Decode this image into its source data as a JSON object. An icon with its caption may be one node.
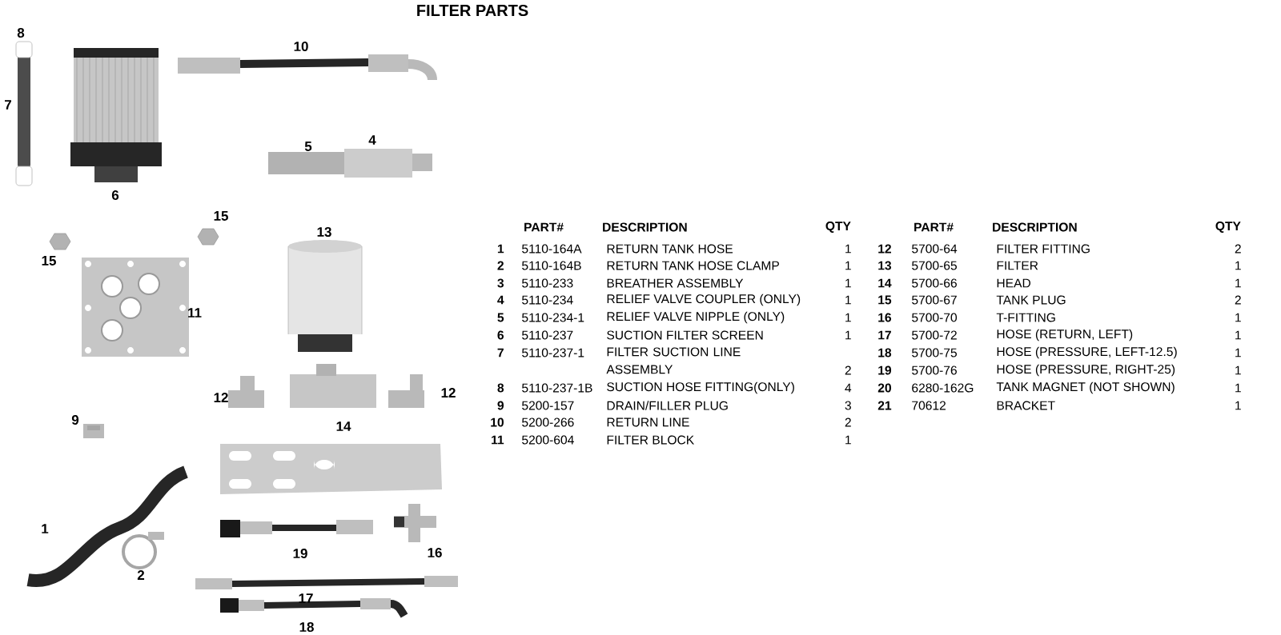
{
  "diagram": {
    "title": "FILTER PARTS",
    "labels": [
      "8",
      "10",
      "7",
      "4",
      "5",
      "6",
      "15",
      "13",
      "15",
      "11",
      "12",
      "12",
      "9",
      "14",
      "1",
      "19",
      "16",
      "2",
      "17",
      "18",
      "PART#",
      "DESCRIPTION",
      "QTY",
      "1",
      "5110-164A",
      "RETURN TANK HOSE",
      "1",
      "2",
      "5110-164B",
      "RETURN TANK HOSE CLAMP",
      "1",
      "3",
      "5110-233",
      "BREATHER ASSEMBLY",
      "1",
      "4",
      "5110-234",
      "RELIEF VALVE COUPLER (ONLY)",
      "1",
      "5",
      "5110-234-1",
      "RELIEF VALVE NIPPLE (ONLY)",
      "1",
      "6",
      "5110-237",
      "SUCTION FILTER SCREEN",
      "1",
      "7",
      "5110-237-1",
      "FILTER SUCTION LINE ASSEMBLY",
      "2",
      "8",
      "5110-237-1B",
      "SUCTION HOSE FITTING(ONLY)",
      "4",
      "9",
      "5200-157",
      "DRAIN/FILLER PLUG",
      "3",
      "10",
      "5200-266",
      "RETURN LINE",
      "2",
      "11",
      "5200-604",
      "FILTER BLOCK",
      "1",
      "PART#",
      "DESCRIPTION",
      "QTY",
      "12",
      "5700-64",
      "FILTER FITTING",
      "2",
      "13",
      "5700-65",
      "FILTER",
      "1",
      "14",
      "5700-66",
      "HEAD",
      "1",
      "15",
      "5700-67",
      "TANK PLUG",
      "2",
      "16",
      "5700-70",
      "T-FITTING",
      "1",
      "17",
      "5700-72",
      "HOSE (RETURN, LEFT)",
      "1",
      "18",
      "5700-75",
      "HOSE (PRESSURE, LEFT-12.5)",
      "1",
      "19",
      "5700-76",
      "HOSE (PRESSURE, RIGHT-25)",
      "1",
      "20",
      "6280-162G",
      "TANK MAGNET (NOT SHOWN)",
      "1",
      "21",
      "70612",
      "BRACKET",
      "1"
    ]
  }
}
